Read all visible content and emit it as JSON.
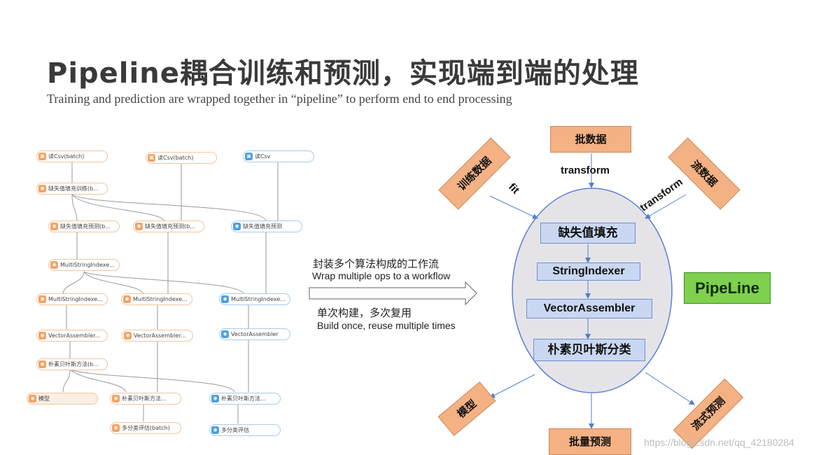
{
  "title": "Pipeline耦合训练和预测，实现端到端的处理",
  "subtitle": "Training and prediction are wrapped together in “pipeline” to perform end to end processing",
  "workflow": {
    "nodes": [
      {
        "label": "读Csv(batch)"
      },
      {
        "label": "读Csv(batch)"
      },
      {
        "label": "读Csv"
      },
      {
        "label": "缺失值填充训练(b..."
      },
      {
        "label": "缺失值填充预测(b..."
      },
      {
        "label": "缺失值填充预测(b..."
      },
      {
        "label": "缺失值填充预测"
      },
      {
        "label": "MultiStringIndexe..."
      },
      {
        "label": "MultiStringIndexe..."
      },
      {
        "label": "MultiStringIndexe..."
      },
      {
        "label": "MultiStringIndexe..."
      },
      {
        "label": "VectorAssembler..."
      },
      {
        "label": "VectorAssembler..."
      },
      {
        "label": "VectorAssembler"
      },
      {
        "label": "朴素贝叶斯方法(b..."
      },
      {
        "label": "模型"
      },
      {
        "label": "朴素贝叶斯方法..."
      },
      {
        "label": "朴素贝叶斯方法..."
      },
      {
        "label": "多分类评估(batch)"
      },
      {
        "label": "多分类评估"
      }
    ]
  },
  "middle": {
    "cn1": "封装多个算法构成的工作流",
    "en1": "Wrap multiple ops to a workflow",
    "cn2": "单次构建，多次复用",
    "en2": "Build once, reuse multiple times"
  },
  "diagram": {
    "inputs": {
      "train": "训练数据",
      "batch": "批数据",
      "stream": "流数据"
    },
    "edges": {
      "fit": "fit",
      "transform_top": "transform",
      "transform_right": "transform"
    },
    "stages": [
      "缺失值填充",
      "StringIndexer",
      "VectorAssembler",
      "朴素贝叶斯分类"
    ],
    "pipeline_label": "PipeLine",
    "outputs": {
      "model": "模型",
      "batch_predict": "批量预测",
      "stream_predict": "流式预测"
    }
  },
  "watermark": "https://blog.csdn.net/qq_42180284",
  "colors": {
    "orange_box": "#f4b183",
    "stage_box": "#c9d7f1",
    "pipeline_green": "#7fd04e",
    "ellipse": "#e4e4e8"
  }
}
